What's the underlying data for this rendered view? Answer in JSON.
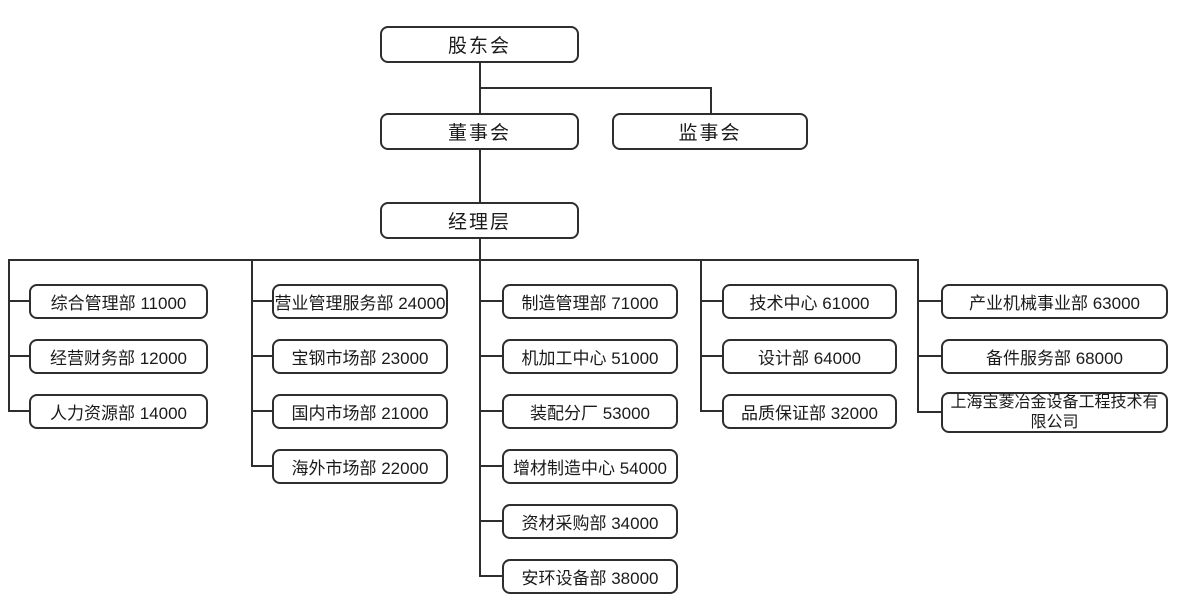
{
  "diagram_type": "org-chart",
  "colors": {
    "line": "#2e2e2e",
    "text": "#1a1a1a",
    "box_fill": "#ffffff",
    "background": "#ffffff"
  },
  "nodes": {
    "shareholders": "股东会",
    "board": "董事会",
    "supervisors": "监事会",
    "management": "经理层"
  },
  "columns": [
    {
      "items": [
        "综合管理部 11000",
        "经营财务部 12000",
        "人力资源部 14000"
      ]
    },
    {
      "items": [
        "营业管理服务部 24000",
        "宝钢市场部 23000",
        "国内市场部 21000",
        "海外市场部 22000"
      ]
    },
    {
      "items": [
        "制造管理部 71000",
        "机加工中心 51000",
        "装配分厂 53000",
        "增材制造中心 54000",
        "资材采购部 34000",
        "安环设备部 38000"
      ]
    },
    {
      "items": [
        "技术中心 61000",
        "设计部 64000",
        "品质保证部 32000"
      ]
    },
    {
      "items": [
        "产业机械事业部 63000",
        "备件服务部 68000",
        "上海宝菱冶金设备工程技术有限公司"
      ]
    }
  ]
}
